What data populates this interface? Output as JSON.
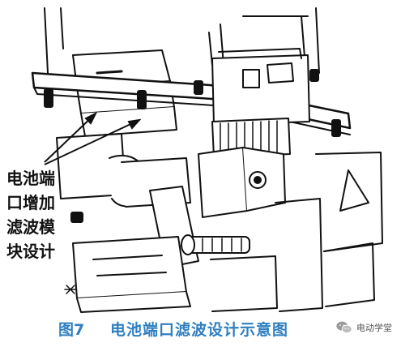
{
  "figure": {
    "annotation_lines": [
      "电池端",
      "口增加",
      "滤波模",
      "块设计"
    ],
    "caption_number": "图7",
    "caption_text": "电池端口滤波设计示意图"
  },
  "watermark": {
    "text": "电动学堂",
    "icon": "wechat-icon"
  },
  "colors": {
    "caption": "#2f7fc0",
    "drawing": "#111111"
  }
}
